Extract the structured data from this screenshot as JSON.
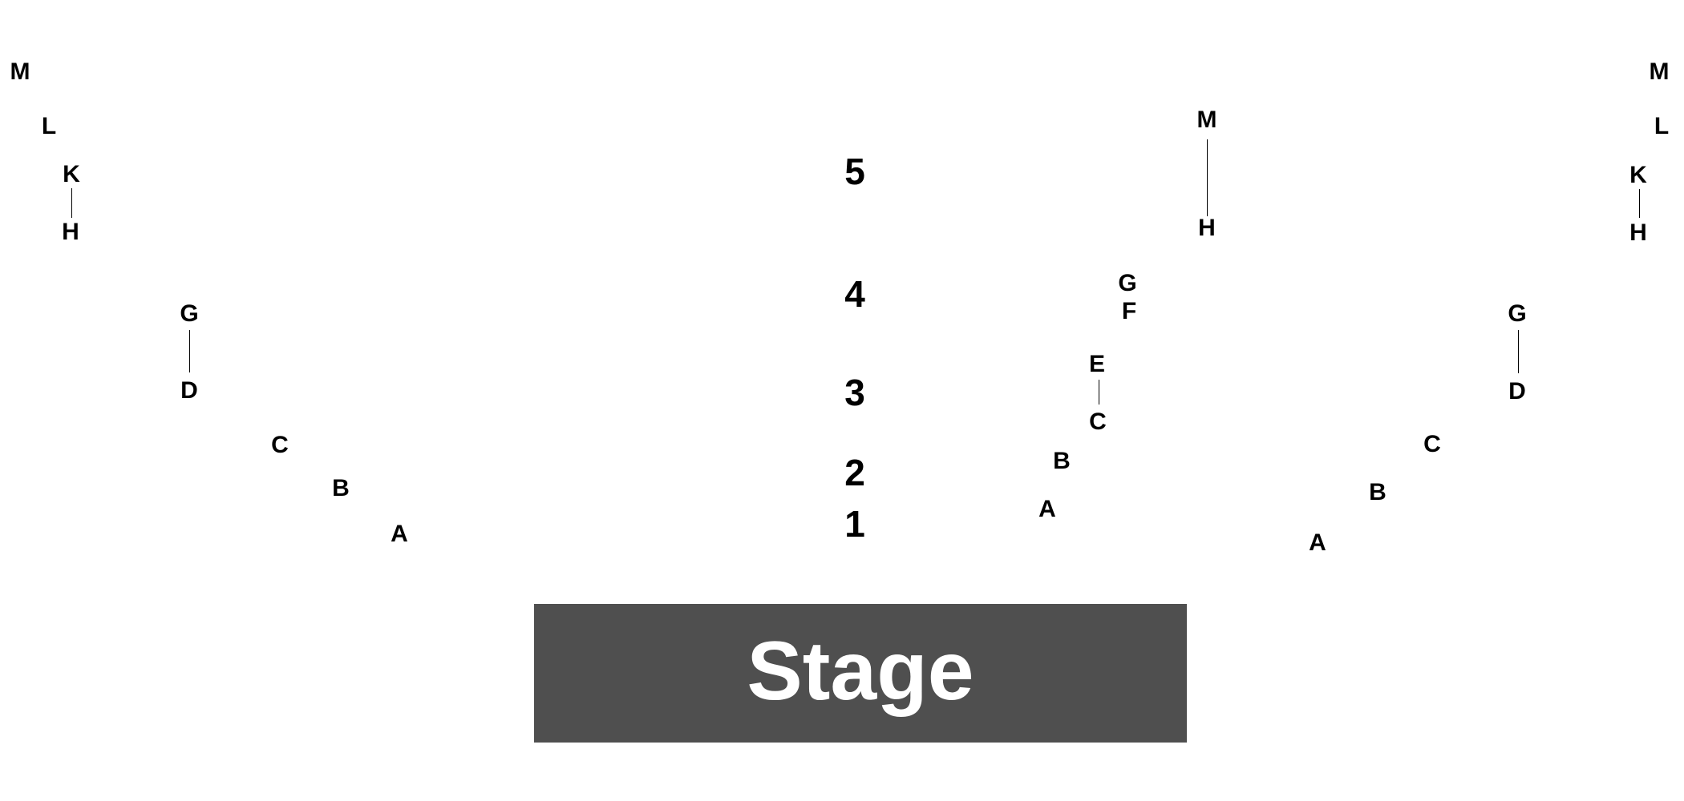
{
  "stage": {
    "label": "Stage",
    "color": "#4f4f4f"
  },
  "levels": [
    "5",
    "4",
    "3",
    "2",
    "1"
  ],
  "left_section": {
    "rows": [
      "M",
      "L",
      "K",
      "H",
      "G",
      "D",
      "C",
      "B",
      "A"
    ]
  },
  "center_right_section": {
    "rows": [
      "M",
      "H",
      "G",
      "F",
      "E",
      "C",
      "B",
      "A"
    ]
  },
  "right_section": {
    "rows": [
      "M",
      "L",
      "K",
      "H",
      "G",
      "D",
      "C",
      "B",
      "A"
    ]
  }
}
